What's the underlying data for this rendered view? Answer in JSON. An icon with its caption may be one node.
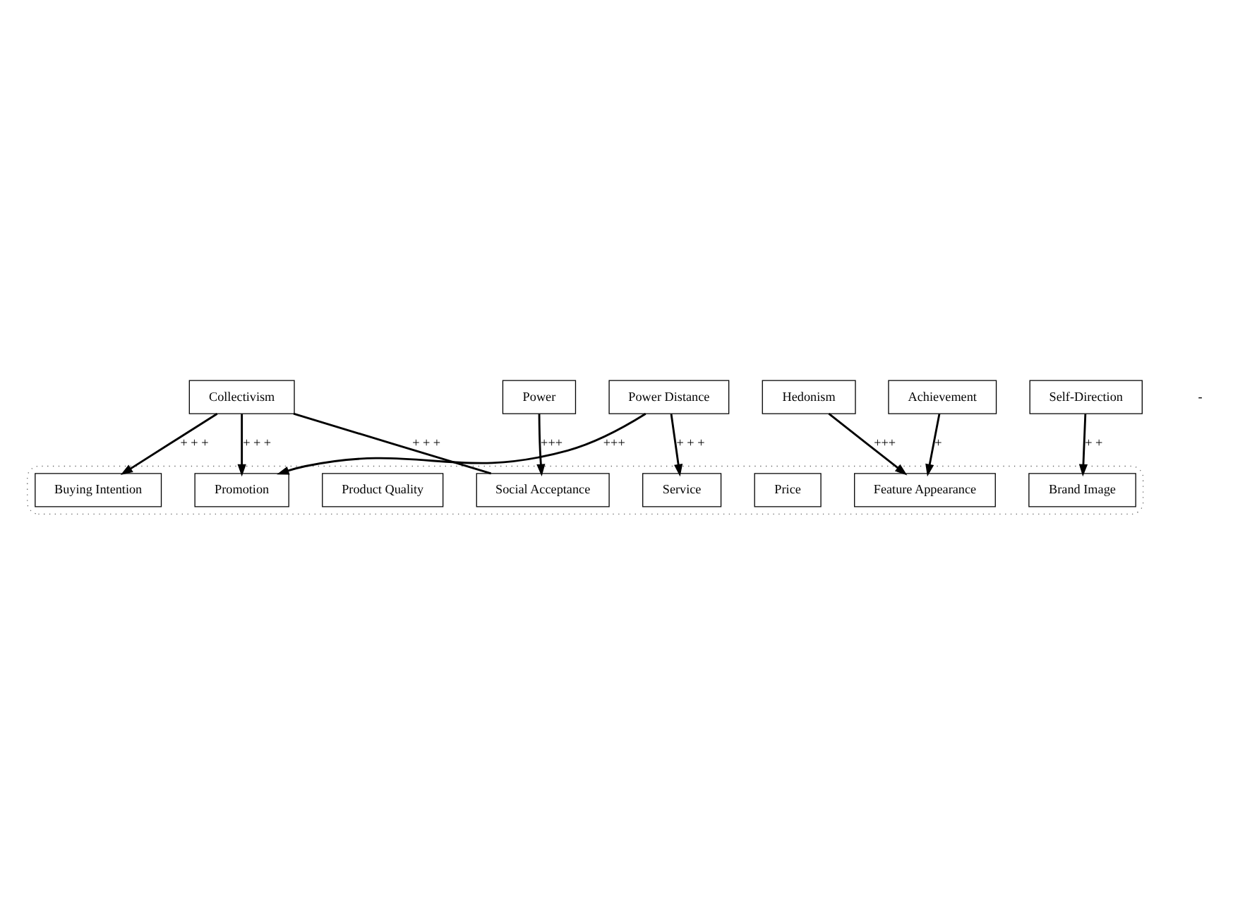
{
  "diagram": {
    "nodes": [
      {
        "text": [
          "Collectivism"
        ]
      },
      {
        "text": [
          "Power Distance"
        ]
      },
      {
        "text": [
          "Power"
        ]
      },
      {
        "text": [],
        "shape": "ellipse"
      },
      {
        "text": [
          "Social Acceptance"
        ],
        "in": 3
      },
      {
        "text": [
          "Promotion"
        ],
        "in": 3
      },
      {
        "text": [
          "Price"
        ],
        "in": 3
      },
      {
        "text": [
          "Buying Intention"
        ],
        "in": 3
      },
      {
        "text": [
          "Service"
        ],
        "in": 3
      },
      {
        "text": [
          "Product Quality"
        ],
        "in": 3
      },
      {
        "text": [
          "Brand Image"
        ],
        "in": 3
      },
      {
        "text": [
          "Feature Appearance"
        ],
        "in": 3
      },
      {
        "text": [
          "Hedonism"
        ]
      },
      {
        "text": [
          "Achievement"
        ]
      },
      {
        "text": [
          "Self-Direction"
        ]
      }
    ],
    "edges": [
      {
        "from": 0,
        "to": 5,
        "arrow": "to",
        "label": "+ + +"
      },
      {
        "from": 0,
        "to": 4,
        "arrow": "none",
        "label": "+ + +"
      },
      {
        "from": 0,
        "to": 7,
        "arrow": "to",
        "label": "+ + +"
      },
      {
        "from": 2,
        "to": 4,
        "arrow": "to",
        "label": "+++"
      },
      {
        "from": 1,
        "to": 5,
        "arrow": "to",
        "label": "+++"
      },
      {
        "from": 1,
        "to": 8,
        "arrow": "to",
        "label": "+ + +"
      },
      {
        "from": 12,
        "to": 11,
        "arrow": "to",
        "label": "+++"
      },
      {
        "from": 13,
        "to": 11,
        "arrow": "to",
        "label": "+"
      },
      {
        "from": 14,
        "to": 10,
        "arrow": "to",
        "label": "+ +"
      }
    ],
    "labels": [
      "-"
    ]
  }
}
